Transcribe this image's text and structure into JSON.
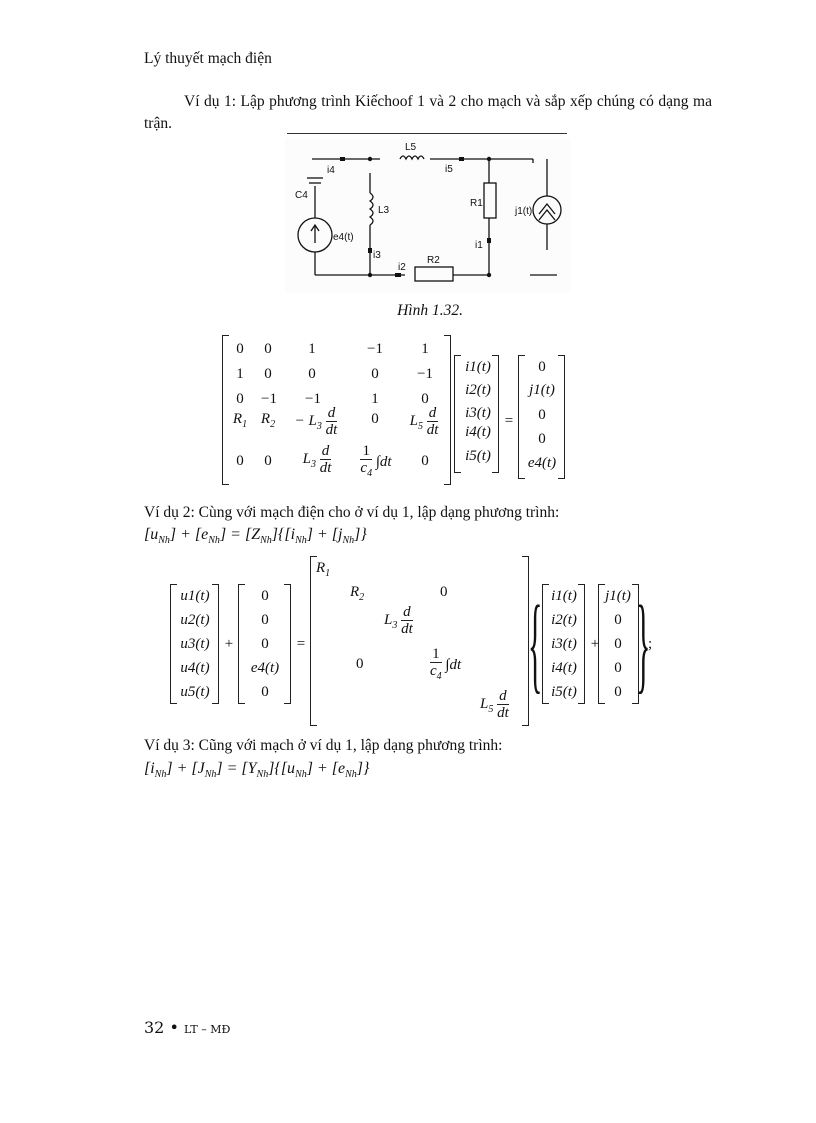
{
  "header": {
    "title": "Lý thuyết mạch điện"
  },
  "example1": {
    "text": "Ví dụ 1: Lập phương trình Kiếchoof 1 và 2 cho mạch và sắp xếp chúng có dạng ma trận.",
    "figure": {
      "caption": "Hình 1.32.",
      "labels": {
        "L5": "L5",
        "i4": "i4",
        "i5": "i5",
        "C4": "C4",
        "e4": "e4(t)",
        "L3": "L3",
        "i3": "i3",
        "R1": "R1",
        "i1": "i1",
        "j1": "j1(t)",
        "i2": "i2",
        "R2": "R2"
      }
    },
    "matrix": {
      "rows": [
        [
          "0",
          "0",
          "1",
          "−1",
          "1"
        ],
        [
          "1",
          "0",
          "0",
          "0",
          "−1"
        ],
        [
          "0",
          "−1",
          "−1",
          "1",
          "0"
        ],
        [
          "R1",
          "R2",
          "−L3 d/dt",
          "0",
          "L5 d/dt"
        ],
        [
          "0",
          "0",
          "L3 d/dt",
          "1/c4 ∫dt",
          "0"
        ]
      ],
      "current_vector": [
        "i1(t)",
        "i2(t)",
        "i3(t)",
        "i4(t)",
        "i5(t)"
      ],
      "rhs_vector": [
        "0",
        "j1(t)",
        "0",
        "0",
        "e4(t)"
      ]
    }
  },
  "example2": {
    "text": "Ví dụ 2: Cùng với mạch điện cho ở ví dụ 1, lập dạng phương trình:",
    "equation": "[u_Nh] + [e_Nh] = [Z_Nh]{[i_Nh] + [j_Nh]}",
    "u_vector": [
      "u1(t)",
      "u2(t)",
      "u3(t)",
      "u4(t)",
      "u5(t)"
    ],
    "e_vector": [
      "0",
      "0",
      "0",
      "e4(t)",
      "0"
    ],
    "z_diagonal": [
      "R1",
      "R2",
      "L3 d/dt",
      "1/c4 ∫dt",
      "L5 d/dt"
    ],
    "z_offdiag": "0",
    "i_vector": [
      "i1(t)",
      "i2(t)",
      "i3(t)",
      "i4(t)",
      "i5(t)"
    ],
    "j_vector": [
      "j1(t)",
      "0",
      "0",
      "0",
      "0"
    ]
  },
  "example3": {
    "text": "Ví dụ 3: Cũng với mạch ở ví dụ 1, lập dạng phương trình:",
    "equation": "[i_Nh] + [J_Nh] = [Y_Nh]{[u_Nh] + [e_Nh]}"
  },
  "footer": {
    "page_number": "32",
    "bullet": "•",
    "label": "LT – MĐ"
  }
}
